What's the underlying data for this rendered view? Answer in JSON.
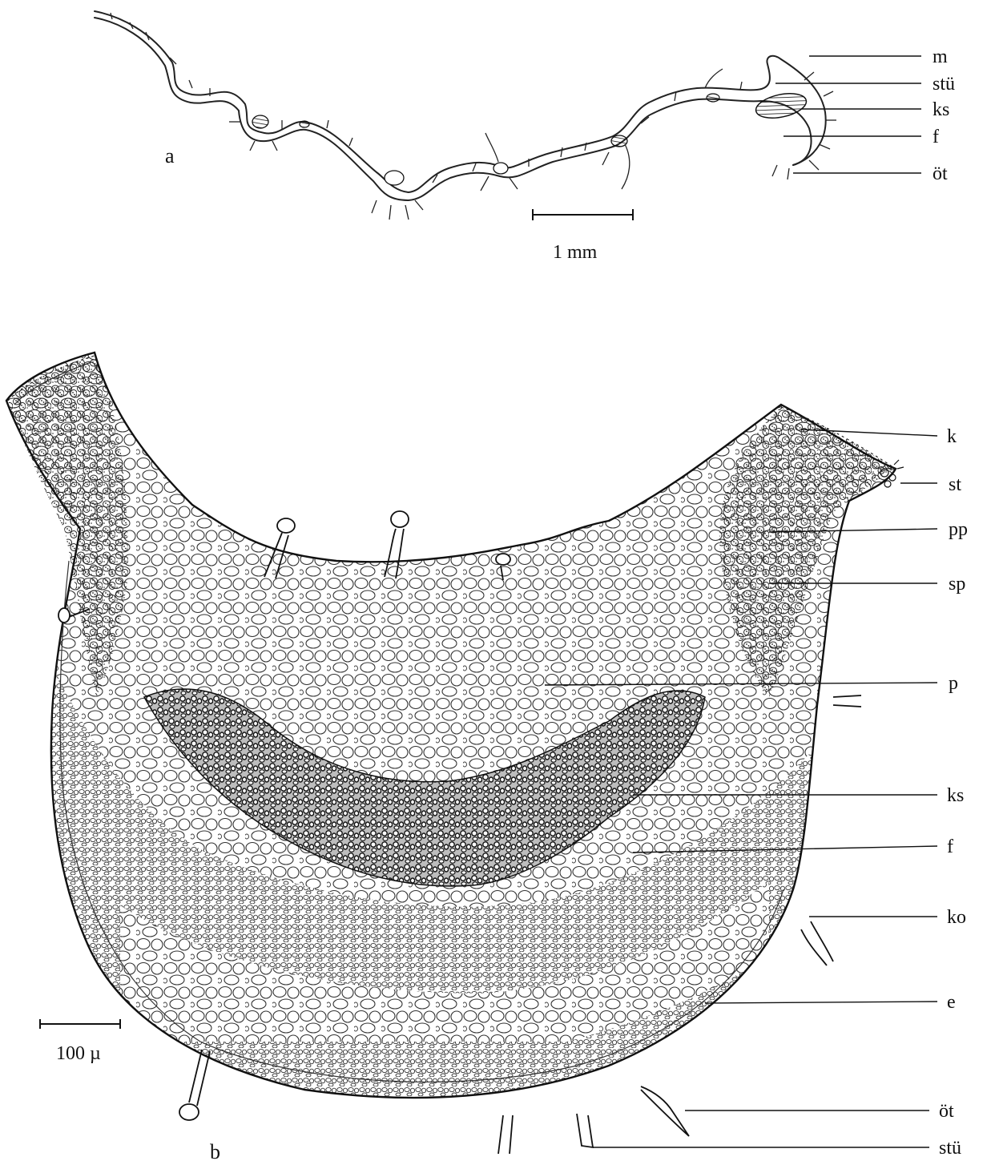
{
  "panels": {
    "a": {
      "panel_label": "a",
      "scale_label": "1 mm",
      "labels": [
        "m",
        "stü",
        "ks",
        "f",
        "öt"
      ]
    },
    "b": {
      "panel_label": "b",
      "scale_label": "100 µ",
      "labels": [
        "k",
        "st",
        "pp",
        "sp",
        "p",
        "ks",
        "f",
        "ko",
        "e",
        "öt",
        "stü"
      ]
    }
  }
}
